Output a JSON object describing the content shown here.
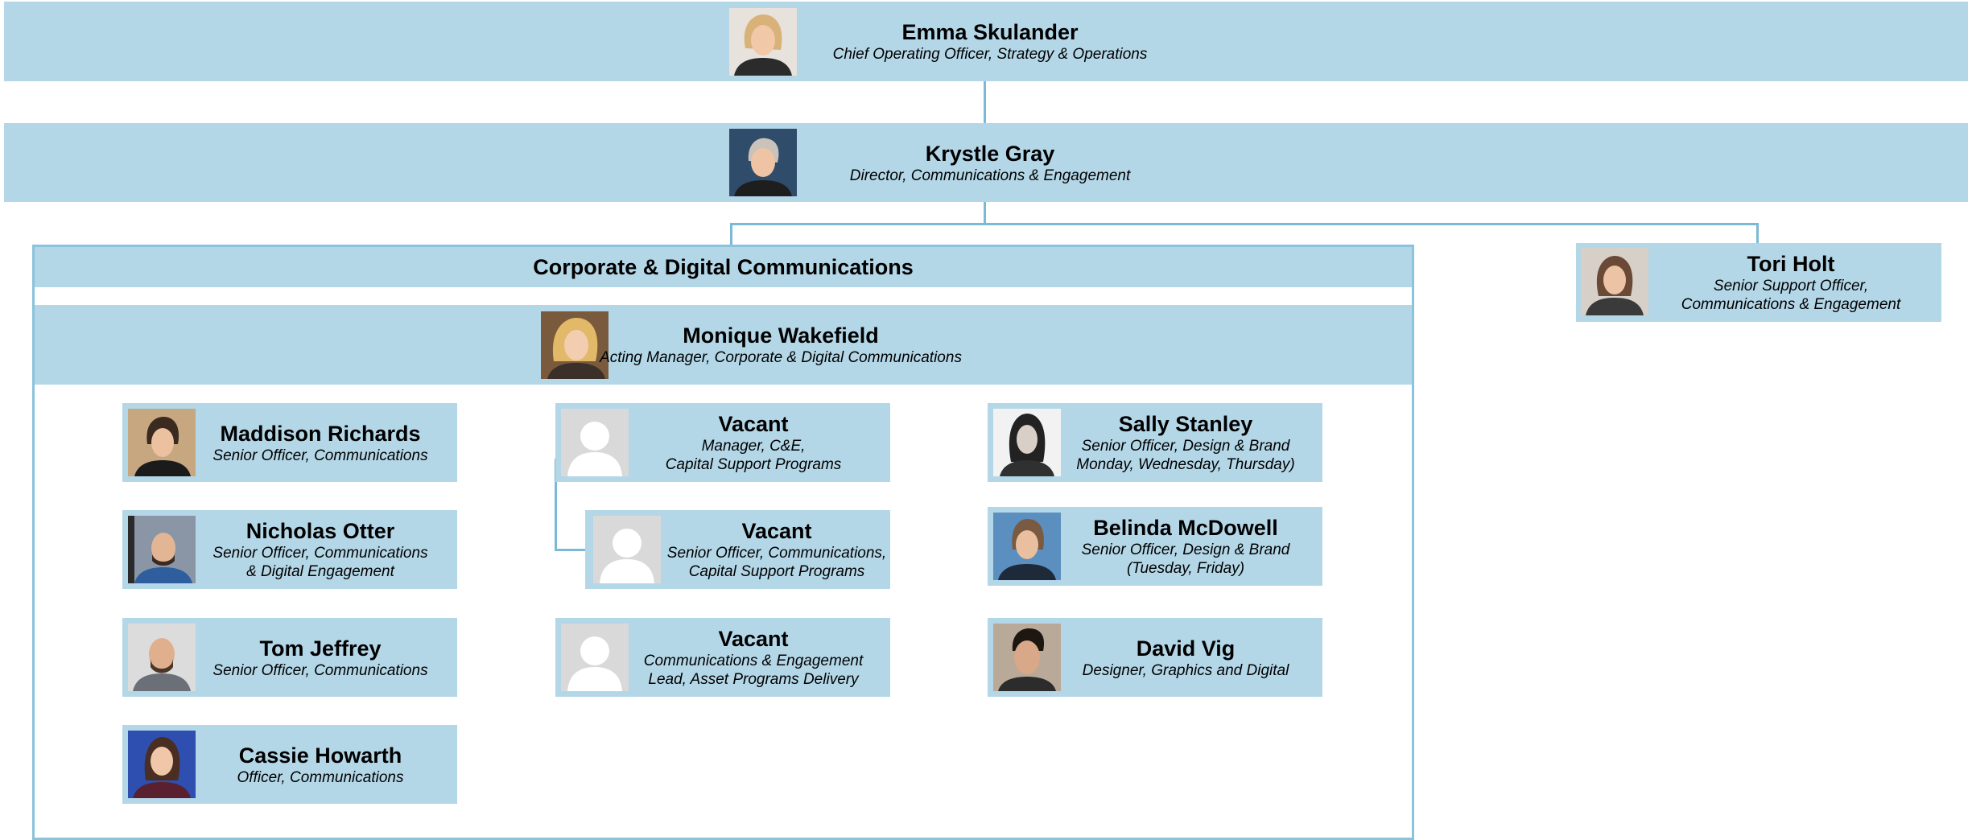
{
  "colors": {
    "box": "#b4d7e8",
    "connector": "#7bbad6",
    "frame": "#8cc3dc",
    "vacant_photo": "#d9d9d9"
  },
  "ceo": {
    "name": "Emma Skulander",
    "title": "Chief Operating Officer, Strategy & Operations"
  },
  "director": {
    "name": "Krystle Gray",
    "title": "Director, Communications & Engagement"
  },
  "support": {
    "name": "Tori Holt",
    "title_line1": "Senior Support Officer,",
    "title_line2": "Communications & Engagement"
  },
  "section": {
    "title": "Corporate & Digital Communications"
  },
  "manager": {
    "name": "Monique Wakefield",
    "title": "Acting Manager, Corporate & Digital Communications"
  },
  "col1": [
    {
      "name": "Maddison Richards",
      "line1": "Senior Officer, Communications",
      "line2": ""
    },
    {
      "name": "Nicholas Otter",
      "line1": "Senior Officer, Communications",
      "line2": "& Digital Engagement"
    },
    {
      "name": "Tom Jeffrey",
      "line1": "Senior Officer, Communications",
      "line2": ""
    },
    {
      "name": "Cassie Howarth",
      "line1": "Officer, Communications",
      "line2": ""
    }
  ],
  "col2": [
    {
      "name": "Vacant",
      "line1": "Manager, C&E,",
      "line2": "Capital Support Programs"
    },
    {
      "name": "Vacant",
      "line1": "Senior Officer, Communications,",
      "line2": "Capital Support Programs"
    },
    {
      "name": "Vacant",
      "line1": "Communications & Engagement",
      "line2": "Lead, Asset Programs Delivery"
    }
  ],
  "col3": [
    {
      "name": "Sally Stanley",
      "line1": "Senior Officer, Design & Brand",
      "line2": "Monday, Wednesday, Thursday)"
    },
    {
      "name": "Belinda McDowell",
      "line1": "Senior Officer, Design & Brand",
      "line2": "(Tuesday, Friday)"
    },
    {
      "name": "David Vig",
      "line1": "Designer, Graphics and Digital",
      "line2": ""
    }
  ]
}
